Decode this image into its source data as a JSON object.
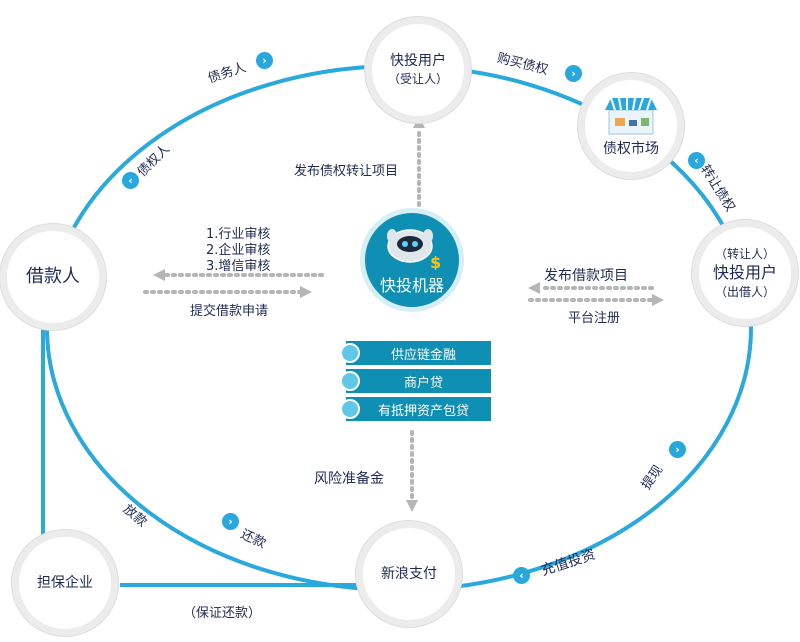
{
  "nodes": {
    "top": {
      "main": "快投用户",
      "sub": "（受让人）"
    },
    "market": {
      "label": "债权市场"
    },
    "right": {
      "top": "（转让人）",
      "main": "快投用户",
      "sub": "（出借人）"
    },
    "left": {
      "main": "借款人"
    },
    "bottom": {
      "main": "新浪支付"
    },
    "guarantor": {
      "main": "担保企业"
    },
    "center": {
      "main": "快投机器"
    }
  },
  "edges": {
    "debtor": "债务人",
    "creditor": "债权人",
    "buy_claims": "购买债权",
    "transfer_claims": "转让债权",
    "publish_transfer": "发布债权转让项目",
    "reviews": [
      "1.行业审核",
      "2.企业审核",
      "3.增信审核"
    ],
    "submit_loan": "提交借款申请",
    "publish_loan": "发布借款项目",
    "register": "平台注册",
    "risk_reserve": "风险准备金",
    "withdraw": "提现",
    "recharge": "充值投资",
    "disburse": "放款",
    "repay": "还款",
    "guarantee_repay": "（保证还款）"
  },
  "products": [
    "供应链金融",
    "商户贷",
    "有抵押资产包贷"
  ],
  "colors": {
    "ring": "#2aa9dc",
    "accent": "#0f8fb4",
    "arrow_badge": "#29a8de",
    "text": "#1f2a55"
  }
}
